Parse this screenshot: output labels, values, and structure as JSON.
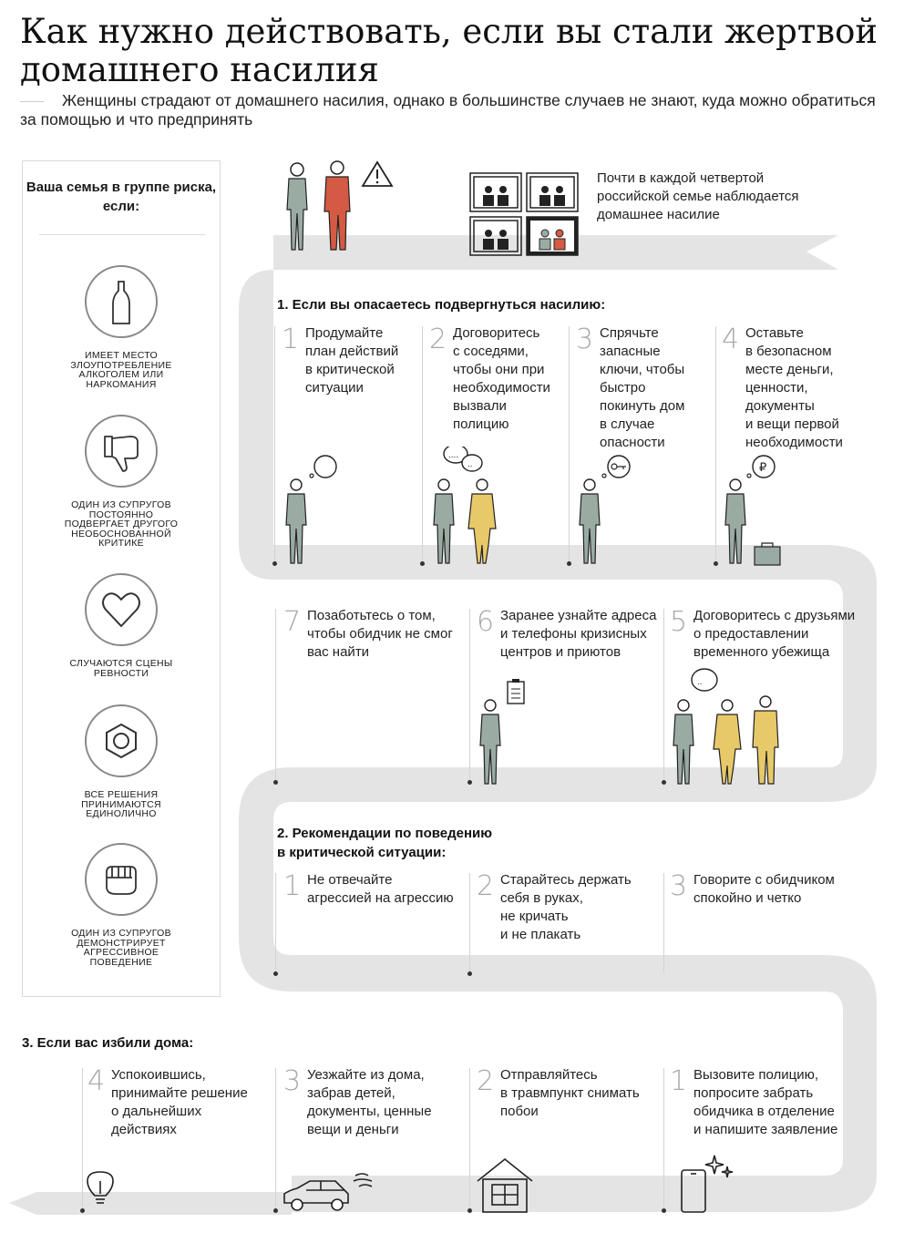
{
  "header": {
    "title": "Как нужно действовать, если вы стали жертвой домашнего насилия",
    "intro": "Женщины страдают от домашнего насилия, однако в большинстве случаев не знают, куда можно обратиться за помощью и что предпринять"
  },
  "sidebar": {
    "title": "Ваша семья в группе риска, если:",
    "items": [
      {
        "icon": "bottle-icon",
        "label": "ИМЕЕТ МЕСТО ЗЛОУПОТРЕБЛЕНИЕ АЛКОГОЛЕМ ИЛИ НАРКОМАНИЯ"
      },
      {
        "icon": "thumbs-down-icon",
        "label": "ОДИН ИЗ СУПРУГОВ ПОСТОЯННО ПОДВЕРГАЕТ ДРУГОГО НЕОБОСНОВАННОЙ КРИТИКЕ"
      },
      {
        "icon": "heart-icon",
        "label": "СЛУЧАЮТСЯ СЦЕНЫ РЕВНОСТИ"
      },
      {
        "icon": "nut-icon",
        "label": "ВСЕ РЕШЕНИЯ ПРИНИМАЮТСЯ ЕДИНОЛИЧНО"
      },
      {
        "icon": "fist-icon",
        "label": "ОДИН ИЗ СУПРУГОВ ДЕМОНСТРИРУЕТ АГРЕССИВНОЕ ПОВЕДЕНИЕ"
      }
    ]
  },
  "stat": "Почти в каждой четвертой российской семье наблюдается домашнее насилие",
  "section1": {
    "title": "1. Если вы опасаетесь подвергнуться насилию:",
    "steps": [
      {
        "num": "1",
        "text": "Продумайте\nплан действий\nв критической\nситуации"
      },
      {
        "num": "2",
        "text": "Договоритесь\nс соседями,\nчтобы они при\nнеобходимости\nвызвали\nполицию"
      },
      {
        "num": "3",
        "text": "Спрячьте\nзапасные\nключи, чтобы\nбыстро\nпокинуть дом\nв случае\nопасности"
      },
      {
        "num": "4",
        "text": "Оставьте\nв безопасном\nместе деньги,\nценности,\nдокументы\nи вещи первой\nнеобходимости"
      },
      {
        "num": "7",
        "text": "Позаботьтесь о том,\nчтобы обидчик не смог\nвас найти"
      },
      {
        "num": "6",
        "text": "Заранее узнайте адреса\nи телефоны кризисных\nцентров и приютов"
      },
      {
        "num": "5",
        "text": "Договоритесь с друзьями\nо предоставлении\nвременного убежища"
      }
    ],
    "bubbles": [
      "....",
      "..",
      "..",
      "₽"
    ]
  },
  "section2": {
    "title": "2. Рекомендации по поведению\nв критической ситуации:",
    "steps": [
      {
        "num": "1",
        "text": "Не отвечайте\nагрессией на агрессию"
      },
      {
        "num": "2",
        "text": "Старайтесь держать\nсебя в руках,\nне кричать\nи не плакать"
      },
      {
        "num": "3",
        "text": "Говорите с обидчиком\nспокойно и четко"
      }
    ]
  },
  "section3": {
    "title": "3. Если вас избили дома:",
    "steps": [
      {
        "num": "4",
        "text": "Успокоившись,\nпринимайте решение\nо дальнейших\nдействиях"
      },
      {
        "num": "3",
        "text": "Уезжайте из дома,\nзабрав детей,\nдокументы, ценные\nвещи и деньги"
      },
      {
        "num": "2",
        "text": "Отправляйтесь\nв травмпункт снимать\nпобои"
      },
      {
        "num": "1",
        "text": "Вызовите полицию,\nпопросите забрать\nобидчика в отделение\nи напишите заявление"
      }
    ]
  },
  "colors": {
    "band": "#e4e4e4",
    "woman": "#9aaba4",
    "man_red": "#d45a43",
    "yellow": "#e8c96a",
    "line": "#222222"
  }
}
